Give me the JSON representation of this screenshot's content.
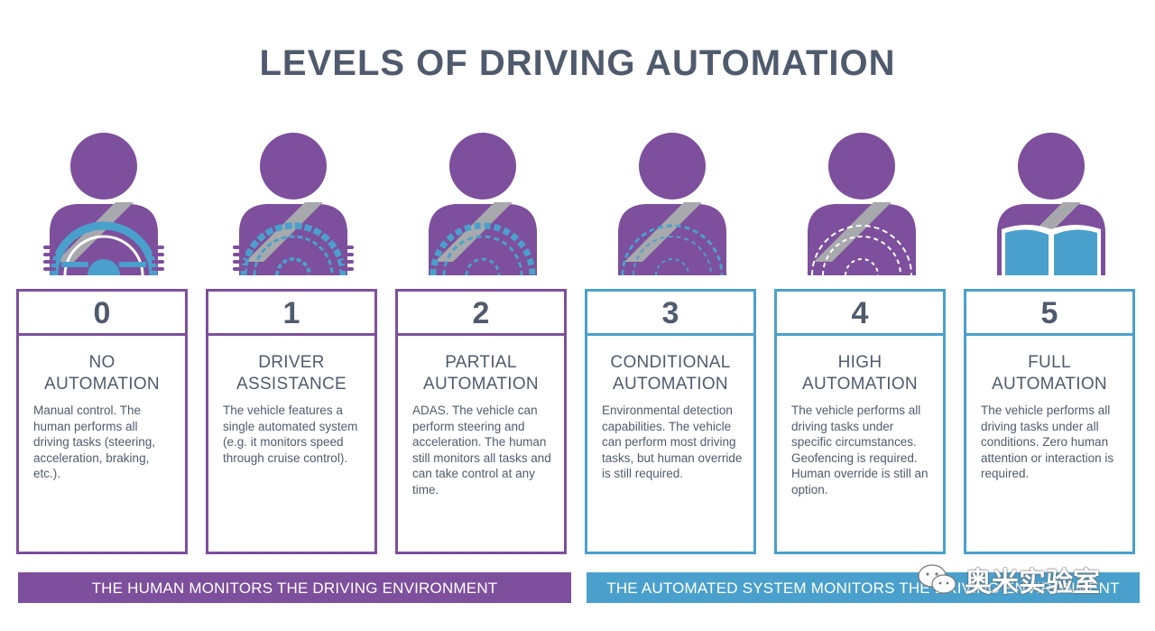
{
  "title": "LEVELS OF DRIVING AUTOMATION",
  "colors": {
    "purple": "#7d4f9c",
    "blue": "#4aa0cc",
    "text": "#4f5b6d",
    "wheel_gray": "#a7a9ac"
  },
  "levels": [
    {
      "number": "0",
      "name_line1": "NO",
      "name_line2": "AUTOMATION",
      "description": "Manual control. The human performs all driving tasks (steering, acceleration, braking, etc.).",
      "monitor": "human",
      "wheel": "solid"
    },
    {
      "number": "1",
      "name_line1": "DRIVER",
      "name_line2": "ASSISTANCE",
      "description": "The vehicle features a single automated system (e.g. it monitors speed through cruise control).",
      "monitor": "human",
      "wheel": "dashed"
    },
    {
      "number": "2",
      "name_line1": "PARTIAL",
      "name_line2": "AUTOMATION",
      "description": "ADAS. The vehicle can perform steering and acceleration. The human still monitors all tasks and can take control at any time.",
      "monitor": "human",
      "wheel": "dashed"
    },
    {
      "number": "3",
      "name_line1": "CONDITIONAL",
      "name_line2": "AUTOMATION",
      "description": "Environmental detection capabilities. The vehicle can perform most driving tasks, but human override is still required.",
      "monitor": "system",
      "wheel": "dashed"
    },
    {
      "number": "4",
      "name_line1": "HIGH",
      "name_line2": "AUTOMATION",
      "description": "The vehicle performs all driving tasks under specific circumstances. Geofencing is required. Human override is still an option.",
      "monitor": "system",
      "wheel": "outline"
    },
    {
      "number": "5",
      "name_line1": "FULL",
      "name_line2": "AUTOMATION",
      "description": "The vehicle performs all driving tasks under all conditions. Zero human attention or interaction is required.",
      "monitor": "system",
      "wheel": "book"
    }
  ],
  "banners": {
    "human": "THE HUMAN MONITORS THE DRIVING ENVIRONMENT",
    "system": "THE AUTOMATED SYSTEM MONITORS THE DRIVING ENVIRONMENT"
  },
  "watermark": {
    "text": "奥米实验室",
    "icon": "wechat-icon"
  }
}
